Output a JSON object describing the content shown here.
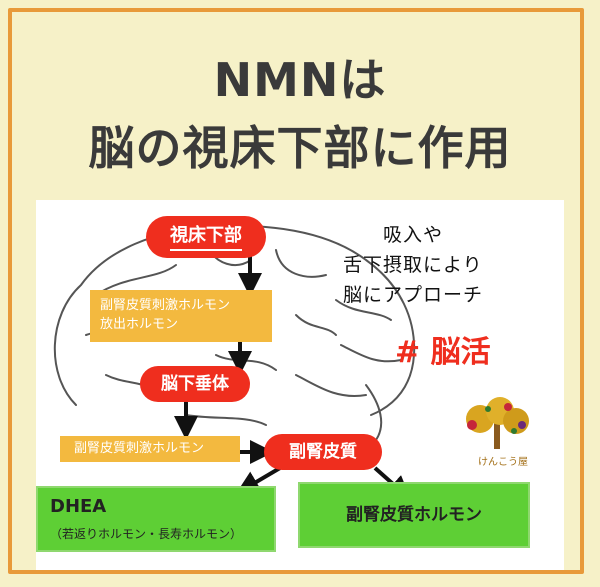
{
  "title": {
    "line1": "NMNは",
    "line2": "脳の視床下部に作用"
  },
  "side_text": {
    "line1": "吸入や",
    "line2": "舌下摂取により",
    "line3": "脳にアプローチ"
  },
  "hashtag": "# 脳活",
  "flow": {
    "hypothalamus": "視床下部",
    "crh": {
      "line1": "副腎皮質刺激ホルモン",
      "line2": "放出ホルモン"
    },
    "pituitary": "脳下垂体",
    "acth": "副腎皮質刺激ホルモン",
    "adrenal_cortex": "副腎皮質",
    "dhea": {
      "title": "DHEA",
      "subtitle": "（若返りホルモン・長寿ホルモン）"
    },
    "cortical_hormone": "副腎皮質ホルモン"
  },
  "logo": {
    "name": "けんこう屋"
  },
  "colors": {
    "accent_red": "#ef2e1e",
    "yellow_box": "#f3b93f",
    "green_box": "#5ecf35",
    "frame_orange": "#e89a3a"
  }
}
